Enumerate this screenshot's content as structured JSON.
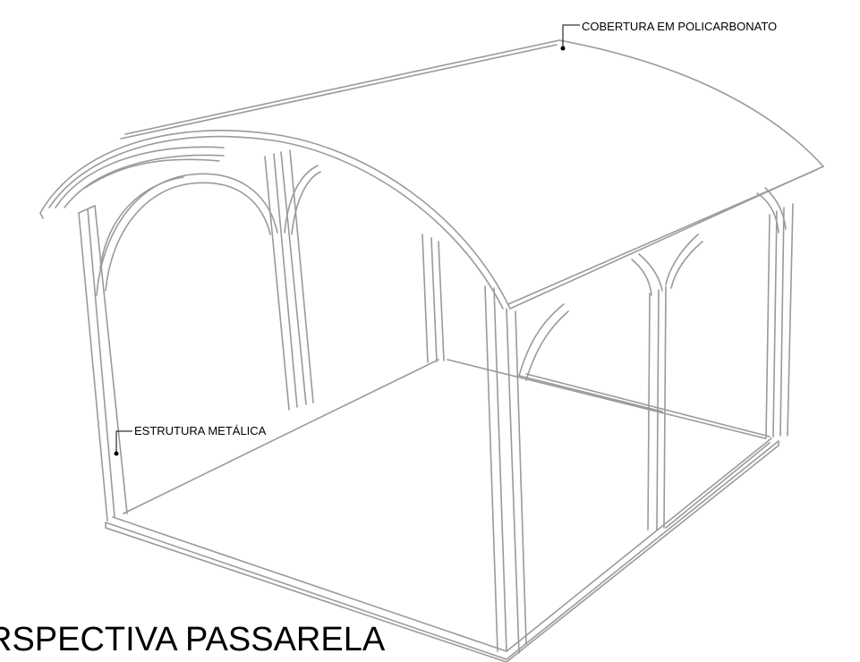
{
  "title": "RSPECTIVA PASSARELA",
  "annotations": {
    "roof": "COBERTURA EM POLICARBONATO",
    "structure": "ESTRUTURA METÁLICA"
  },
  "colors": {
    "line": "#9a9a9a",
    "leader": "#000000",
    "background": "#ffffff"
  }
}
